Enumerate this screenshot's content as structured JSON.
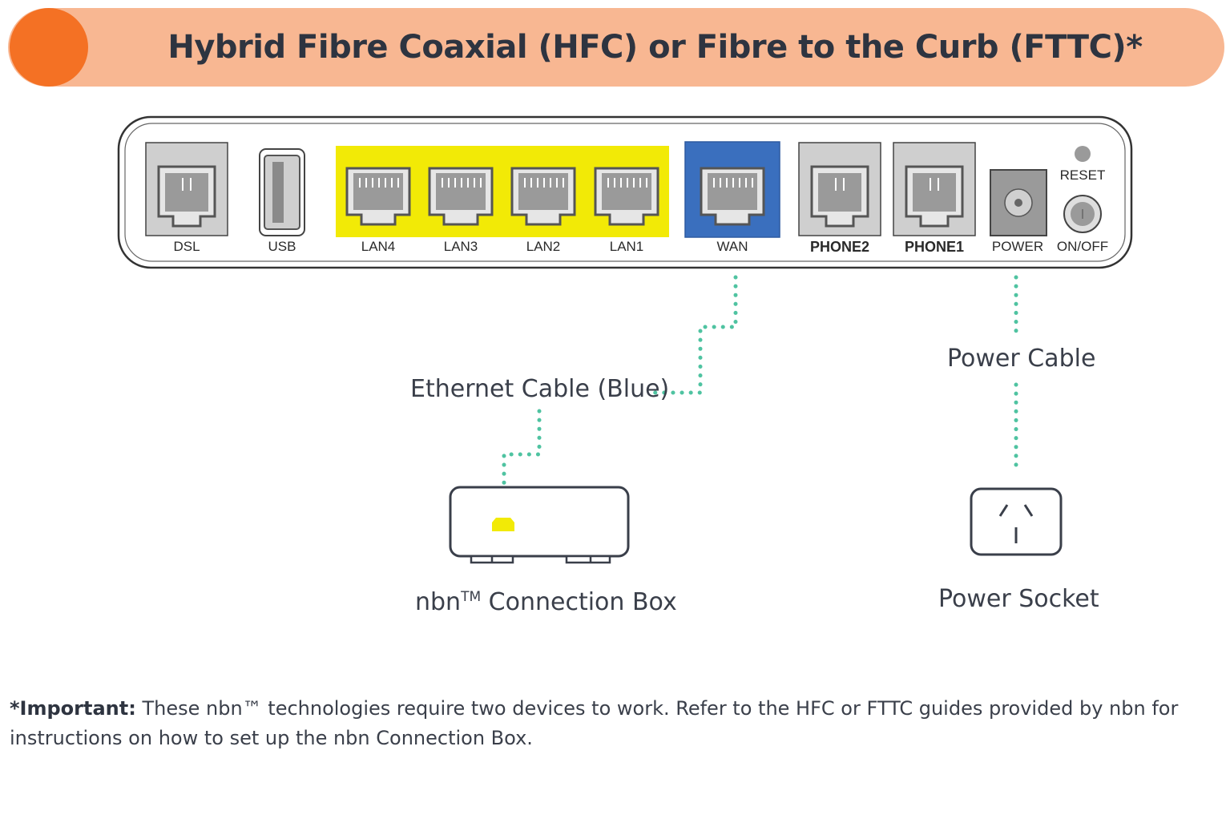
{
  "header": {
    "title": "Hybrid Fibre Coaxial (HFC) or Fibre to the Curb (FTTC)*"
  },
  "router": {
    "ports": {
      "dsl": "DSL",
      "usb": "USB",
      "lan4": "LAN4",
      "lan3": "LAN3",
      "lan2": "LAN2",
      "lan1": "LAN1",
      "wan": "WAN",
      "phone2": "PHONE2",
      "phone1": "PHONE1",
      "power": "POWER",
      "reset": "RESET",
      "onoff": "ON/OFF"
    }
  },
  "labels": {
    "ethernet_cable": "Ethernet Cable (Blue)",
    "power_cable": "Power Cable",
    "nbn_box_name": "nbn",
    "nbn_box_tm": "TM",
    "nbn_box_suffix": " Connection Box",
    "power_socket": "Power Socket"
  },
  "footnote": {
    "bold": "*Important:",
    "text": " These nbn™ technologies require two devices to work. Refer to the HFC or FTTC guides provided by nbn for instructions on how to set up the nbn Connection Box."
  },
  "colors": {
    "banner": "#f8b792",
    "banner_dot": "#f47124",
    "lan_highlight": "#f2ea06",
    "wan_highlight": "#3a6fbe",
    "cable_dots": "#4fc3a1"
  }
}
